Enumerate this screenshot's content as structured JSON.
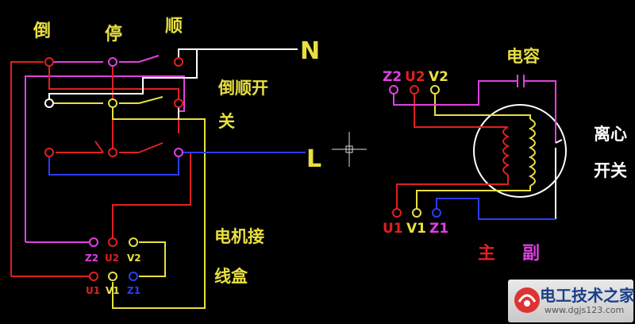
{
  "labels": {
    "reverse": "倒",
    "stop": "停",
    "forward": "顺",
    "switch_line1": "倒顺开",
    "switch_line2": "关",
    "box_line1": "电机接",
    "box_line2": "线盒",
    "capacitor": "电容",
    "centrifugal_line1": "离心",
    "centrifugal_line2": "开关",
    "main": "主",
    "aux": "副",
    "N": "N",
    "L": "L"
  },
  "terminals": {
    "box_top": [
      "Z2",
      "U2",
      "V2"
    ],
    "box_bottom": [
      "U1",
      "V1",
      "Z1"
    ],
    "motor_top": [
      "Z2",
      "U2",
      "V2"
    ],
    "motor_bottom": [
      "U1",
      "V1",
      "Z1"
    ]
  },
  "watermark": {
    "title": "电工技术之家",
    "url": "www.dgjs123.com"
  },
  "colors": {
    "magenta": "#e040e0",
    "red": "#e02020",
    "yellow": "#e8e040",
    "blue": "#2a3cff",
    "white": "#ffffff"
  }
}
